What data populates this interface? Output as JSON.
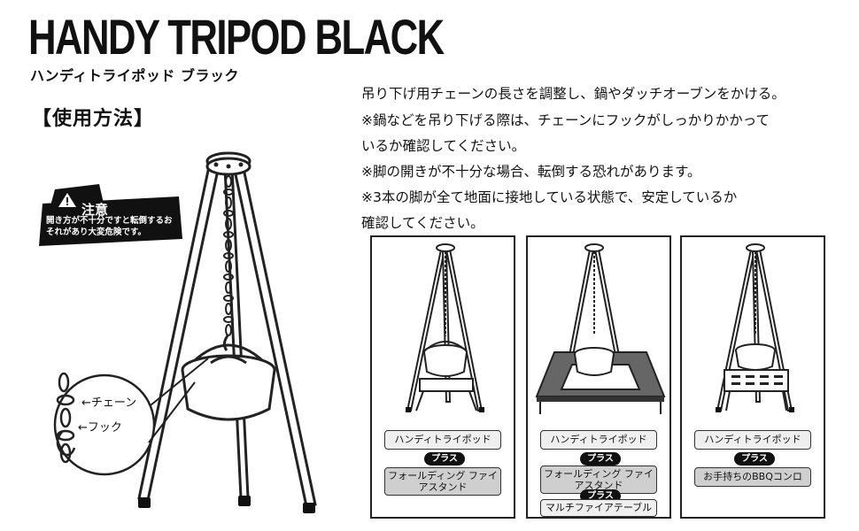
{
  "header": {
    "title": "HANDY TRIPOD BLACK",
    "subtitle": "ハンディトライポッド ブラック",
    "section": "【使用方法】"
  },
  "instructions": [
    "吊り下げ用チェーンの長さを調整し、鍋やダッチオーブンをかける。",
    "※鍋などを吊り下げる際は、チェーンにフックがしっかりかかって",
    "いるか確認してください。",
    "※脚の開きが不十分な場合、転倒する恐れがあります。",
    "※3本の脚が全て地面に接地している状態で、安定しているか",
    "確認してください。"
  ],
  "warning": {
    "title": "注意",
    "text": "開き方が不十分ですと転倒するおそれがあり大変危険です。"
  },
  "callouts": {
    "chain": "←チェーン",
    "hook": "←フック"
  },
  "panels": [
    {
      "product": "ハンディトライポッド",
      "plus": "プラス",
      "addon": "フォールディング ファイアスタンド"
    },
    {
      "product": "ハンディトライポッド",
      "plus": "プラス",
      "addon": "フォールディング ファイアスタンド",
      "plus2": "プラス",
      "addon2": "マルチファイアテーブル"
    },
    {
      "product": "ハンディトライポッド",
      "plus": "プラス",
      "addon": "お手持ちのBBQコンロ"
    }
  ]
}
